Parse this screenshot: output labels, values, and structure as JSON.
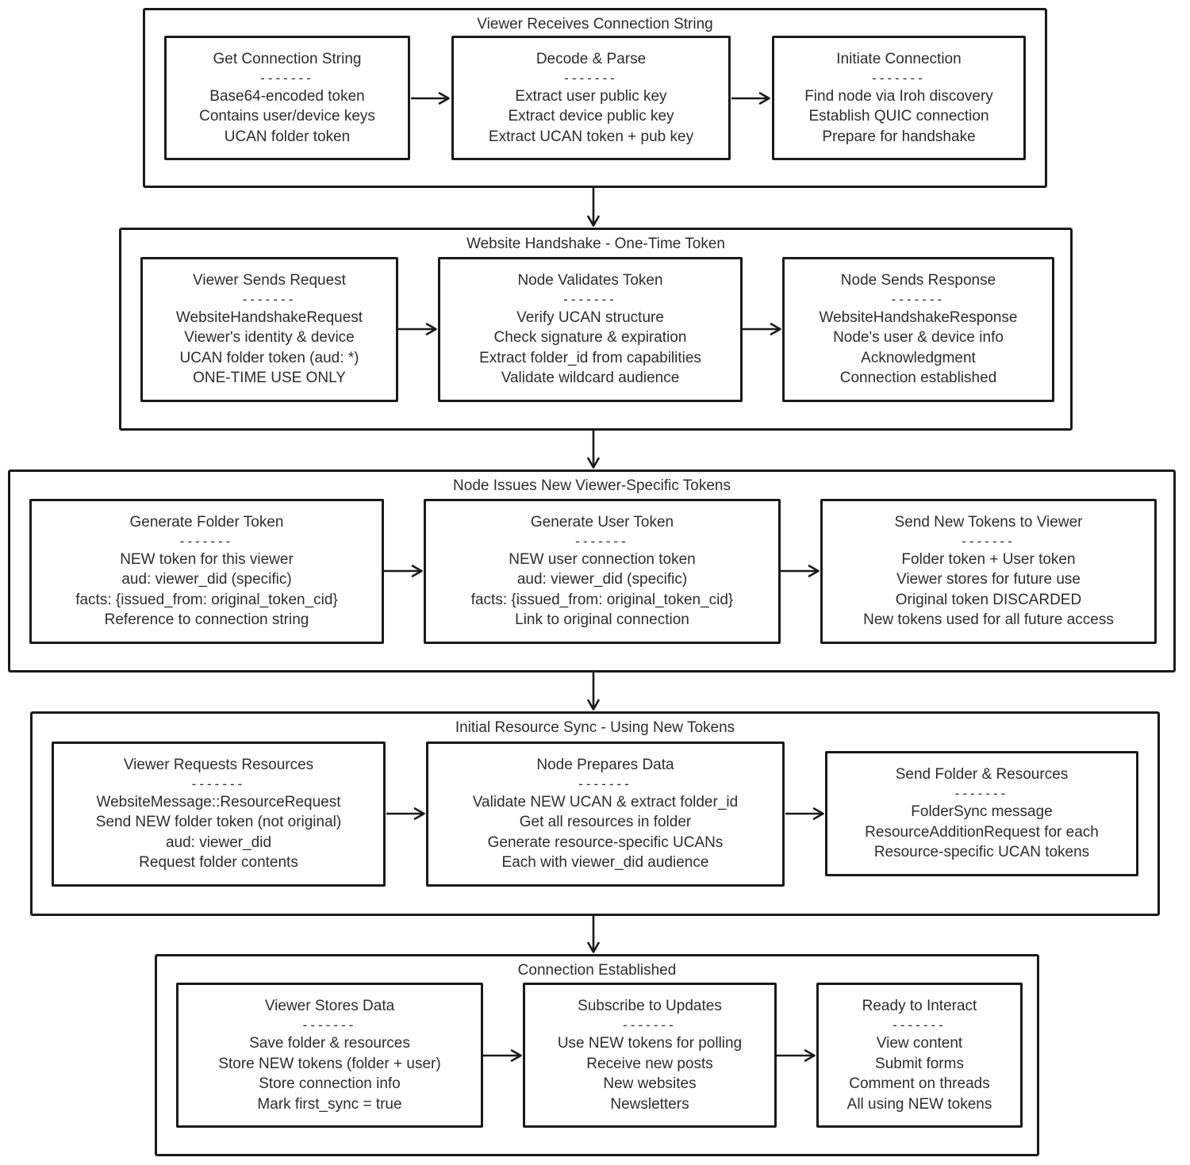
{
  "diagram": {
    "separator": "-------",
    "colors": {
      "border": "#1a1a1a",
      "text": "#2d2d2d",
      "background": "#ffffff"
    },
    "sections": [
      {
        "title": "Viewer Receives Connection String",
        "boxes": [
          {
            "title": "Get Connection String",
            "lines": [
              "Base64-encoded token",
              "Contains user/device keys",
              "UCAN folder token"
            ]
          },
          {
            "title": "Decode & Parse",
            "lines": [
              "Extract user public key",
              "Extract device public key",
              "Extract UCAN token + pub key"
            ]
          },
          {
            "title": "Initiate Connection",
            "lines": [
              "Find node via Iroh discovery",
              "Establish QUIC connection",
              "Prepare for handshake"
            ]
          }
        ]
      },
      {
        "title": "Website Handshake - One-Time Token",
        "boxes": [
          {
            "title": "Viewer Sends Request",
            "lines": [
              "WebsiteHandshakeRequest",
              "Viewer's identity & device",
              "UCAN folder token (aud: *)",
              "ONE-TIME USE ONLY"
            ]
          },
          {
            "title": "Node Validates Token",
            "lines": [
              "Verify UCAN structure",
              "Check signature & expiration",
              "Extract folder_id from capabilities",
              "Validate wildcard audience"
            ]
          },
          {
            "title": "Node Sends Response",
            "lines": [
              "WebsiteHandshakeResponse",
              "Node's user & device info",
              "Acknowledgment",
              "Connection established"
            ]
          }
        ]
      },
      {
        "title": "Node Issues New Viewer-Specific Tokens",
        "boxes": [
          {
            "title": "Generate Folder Token",
            "lines": [
              "NEW token for this viewer",
              "aud: viewer_did (specific)",
              "facts: {issued_from: original_token_cid}",
              "Reference to connection string"
            ]
          },
          {
            "title": "Generate User Token",
            "lines": [
              "NEW user connection token",
              "aud: viewer_did (specific)",
              "facts: {issued_from: original_token_cid}",
              "Link to original connection"
            ]
          },
          {
            "title": "Send New Tokens to Viewer",
            "lines": [
              "Folder token + User token",
              "Viewer stores for future use",
              "Original token DISCARDED",
              "New tokens used for all future access"
            ]
          }
        ]
      },
      {
        "title": "Initial Resource Sync - Using New Tokens",
        "boxes": [
          {
            "title": "Viewer Requests Resources",
            "lines": [
              "WebsiteMessage::ResourceRequest",
              "Send NEW folder token (not original)",
              "aud: viewer_did",
              "Request folder contents"
            ]
          },
          {
            "title": "Node Prepares Data",
            "lines": [
              "Validate NEW UCAN & extract folder_id",
              "Get all resources in folder",
              "Generate resource-specific UCANs",
              "Each with viewer_did audience"
            ]
          },
          {
            "title": "Send Folder & Resources",
            "lines": [
              "FolderSync message",
              "ResourceAdditionRequest for each",
              "Resource-specific UCAN tokens"
            ]
          }
        ]
      },
      {
        "title": "Connection Established",
        "boxes": [
          {
            "title": "Viewer Stores Data",
            "lines": [
              "Save folder & resources",
              "Store NEW tokens (folder + user)",
              "Store connection info",
              "Mark first_sync = true"
            ]
          },
          {
            "title": "Subscribe to Updates",
            "lines": [
              "Use NEW tokens for polling",
              "Receive new posts",
              "New websites",
              "Newsletters"
            ]
          },
          {
            "title": "Ready to Interact",
            "lines": [
              "View content",
              "Submit forms",
              "Comment on threads",
              "All using NEW tokens"
            ]
          }
        ]
      }
    ]
  }
}
